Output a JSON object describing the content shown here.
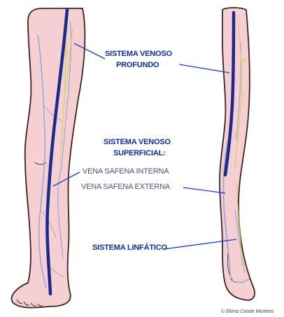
{
  "labels": {
    "deep_line1": "SISTEMA VENOSO",
    "deep_line2": "PROFUNDO",
    "superficial_line1": "SISTEMA VENOSO",
    "superficial_line2": "SUPERFICIAL:",
    "great_saphenous": "VENA SAFENA INTERNA",
    "small_saphenous": "VENA SAFENA EXTERNA",
    "lymphatic": "SISTEMA LINFÁTICO"
  },
  "credit": "© Elena Conde Montero",
  "colors": {
    "label_text": "#0f2ea0",
    "sub_text": "#5a4a8a",
    "pointer_line": "#1c3fbf",
    "skin": "#f6cfd2",
    "outline": "#3a2424",
    "deep_vein": "#1b2b8c",
    "superficial_vein": "#9aa8d6",
    "lymphatic": "#c8d24a"
  }
}
